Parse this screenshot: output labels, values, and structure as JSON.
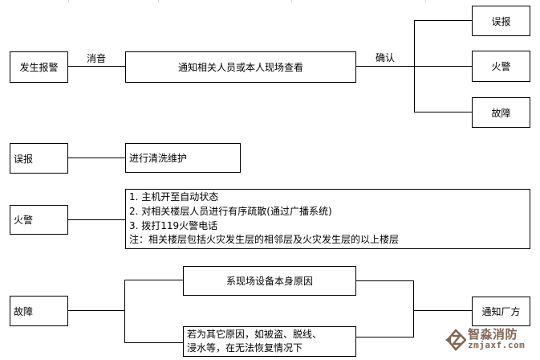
{
  "page": {
    "background": "#ffffff",
    "line_color": "#000000",
    "logo_color": "#826756"
  },
  "flowchart": {
    "start": "发生报警",
    "edge_silence": "消音",
    "notify": "通知相关人员或本人现场查看",
    "edge_confirm": "确认",
    "outcomes": {
      "false_alarm": "误报",
      "fire": "火警",
      "fault": "故障"
    },
    "false_alarm_flow": {
      "label": "误报",
      "action": "进行清洗维护"
    },
    "fire_flow": {
      "label": "火警",
      "steps": [
        "1. 主机开至自动状态",
        "2. 对相关楼层人员进行有序疏散(通过广播系统)",
        "3. 拨打119火警电话",
        "注：相关楼层包括火灾发生层的相邻层及火灾发生层的以上楼层"
      ]
    },
    "fault_flow": {
      "label": "故障",
      "equipment_case": "系现场设备本身原因",
      "other_case_lines": [
        "若为其它原因，如被盗、脱线、",
        "浸水等，在无法恢复情况下"
      ],
      "notify_vendor": "通知厂方"
    }
  },
  "logo": {
    "brand": "智淼消防",
    "domain": "zmjaxf.com"
  }
}
